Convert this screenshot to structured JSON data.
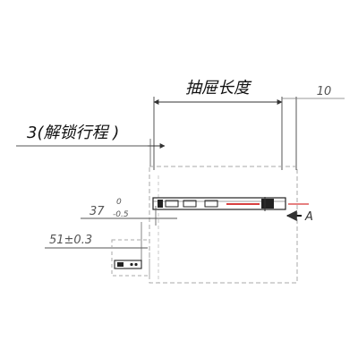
{
  "drawing": {
    "dimension_labels": {
      "drawer_length": "抽屉长度",
      "right_offset": "10",
      "release_travel": "3(解锁行程 )",
      "height_main": "37",
      "height_tol_upper": "0",
      "height_tol_lower": "-0.5",
      "side_offset": "51±0.3",
      "view_marker": "A"
    },
    "colors": {
      "line": "#333333",
      "dashed": "#aaaaaa",
      "accent": "#cc0000"
    }
  }
}
